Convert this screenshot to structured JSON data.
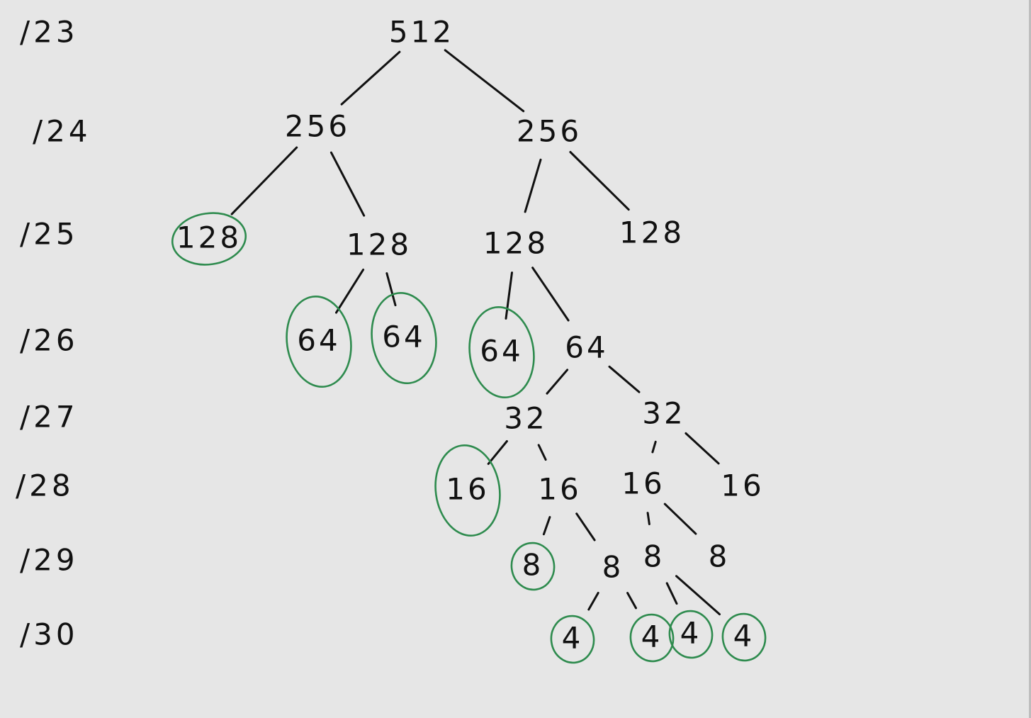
{
  "prefixes": [
    "/23",
    "/24",
    "/25",
    "/26",
    "/27",
    "/28",
    "/29",
    "/30"
  ],
  "nodes": [
    {
      "id": "n23",
      "label": "512",
      "circled": false
    },
    {
      "id": "n24a",
      "label": "256",
      "circled": false
    },
    {
      "id": "n24b",
      "label": "256",
      "circled": false
    },
    {
      "id": "n25a",
      "label": "128",
      "circled": true
    },
    {
      "id": "n25b",
      "label": "128",
      "circled": false
    },
    {
      "id": "n25c",
      "label": "128",
      "circled": false
    },
    {
      "id": "n25d",
      "label": "128",
      "circled": false
    },
    {
      "id": "n26a",
      "label": "64",
      "circled": true
    },
    {
      "id": "n26b",
      "label": "64",
      "circled": true
    },
    {
      "id": "n26c",
      "label": "64",
      "circled": true
    },
    {
      "id": "n26d",
      "label": "64",
      "circled": false
    },
    {
      "id": "n27a",
      "label": "32",
      "circled": false
    },
    {
      "id": "n27b",
      "label": "32",
      "circled": false
    },
    {
      "id": "n28a",
      "label": "16",
      "circled": true
    },
    {
      "id": "n28b",
      "label": "16",
      "circled": false
    },
    {
      "id": "n28c",
      "label": "16",
      "circled": false
    },
    {
      "id": "n28d",
      "label": "16",
      "circled": false
    },
    {
      "id": "n29a",
      "label": "8",
      "circled": true
    },
    {
      "id": "n29b",
      "label": "8",
      "circled": false
    },
    {
      "id": "n29c",
      "label": "8",
      "circled": false
    },
    {
      "id": "n29d",
      "label": "8",
      "circled": false
    },
    {
      "id": "n30a",
      "label": "4",
      "circled": true
    },
    {
      "id": "n30b",
      "label": "4",
      "circled": true
    },
    {
      "id": "n30c",
      "label": "4",
      "circled": true
    },
    {
      "id": "n30d",
      "label": "4",
      "circled": true
    }
  ],
  "edges": [
    [
      "n23",
      "n24a"
    ],
    [
      "n23",
      "n24b"
    ],
    [
      "n24a",
      "n25a"
    ],
    [
      "n24a",
      "n25b"
    ],
    [
      "n24b",
      "n25c"
    ],
    [
      "n24b",
      "n25d"
    ],
    [
      "n25b",
      "n26a"
    ],
    [
      "n25b",
      "n26b"
    ],
    [
      "n25c",
      "n26c"
    ],
    [
      "n25c",
      "n26d"
    ],
    [
      "n26d",
      "n27a"
    ],
    [
      "n26d",
      "n27b"
    ],
    [
      "n27a",
      "n28a"
    ],
    [
      "n27a",
      "n28b"
    ],
    [
      "n27b",
      "n28c"
    ],
    [
      "n27b",
      "n28d"
    ],
    [
      "n28b",
      "n29a"
    ],
    [
      "n28b",
      "n29b"
    ],
    [
      "n28c",
      "n29c"
    ],
    [
      "n28c",
      "n29d"
    ],
    [
      "n29b",
      "n30a"
    ],
    [
      "n29b",
      "n30b"
    ],
    [
      "n29c",
      "n30c"
    ],
    [
      "n29c",
      "n30d"
    ]
  ],
  "colors": {
    "background": "#e6e6e6",
    "ink": "#111111",
    "circle": "#2e8b4e"
  }
}
